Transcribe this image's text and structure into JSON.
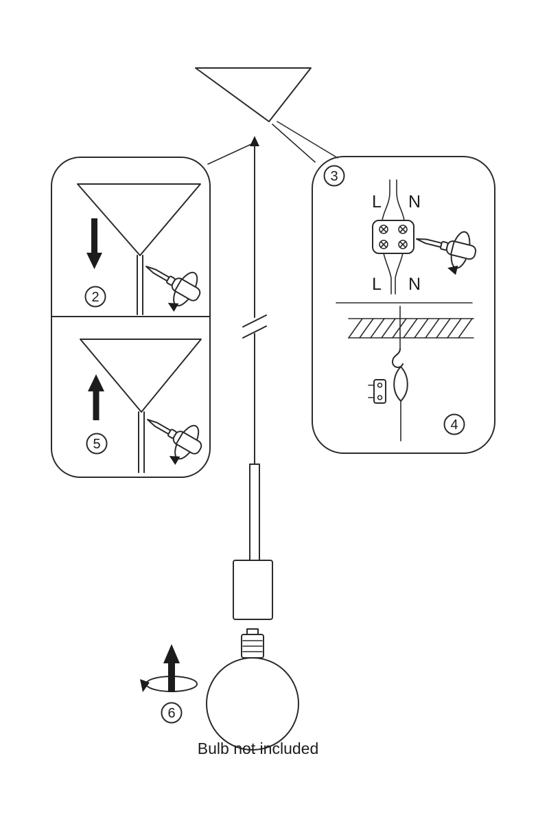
{
  "diagram": {
    "caption": "Bulb not included",
    "steps": {
      "step2": "2",
      "step3": "3",
      "step4": "4",
      "step5": "5",
      "step6": "6"
    },
    "wiring": {
      "top_left": "L",
      "top_right": "N",
      "bottom_left": "L",
      "bottom_right": "N"
    },
    "colors": {
      "line": "#2a2a2a",
      "background": "#ffffff"
    }
  }
}
